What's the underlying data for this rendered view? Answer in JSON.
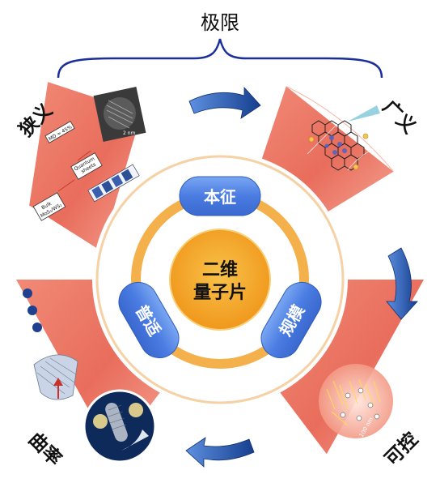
{
  "top_label": "极限",
  "center": {
    "line1": "二维",
    "line2": "量子片"
  },
  "pills": {
    "top": "本征",
    "right": "规模",
    "left": "普适"
  },
  "corner_labels": {
    "top_left": "狭义",
    "top_right": "广义",
    "bottom_right": "可控",
    "bottom_left": "曲率"
  },
  "inset_text": {
    "bulk": "Bulk",
    "mos2": "MoS₂/WS₂",
    "quantum": "Quantum",
    "sheets": "sheets",
    "md": "MD ≈ 45%",
    "scale_tl": "2 nm",
    "scale_br": "100 nm"
  },
  "colors": {
    "panel": "#ee8472",
    "pill": "#4e82e6",
    "ring": "#f4b04a",
    "center": "#f6a823",
    "arrow": "#1f4fa0",
    "brace": "#1a2f9a"
  },
  "icons": [
    "curved-arrow-icon",
    "ellipsis-dots-icon",
    "brace-icon"
  ]
}
